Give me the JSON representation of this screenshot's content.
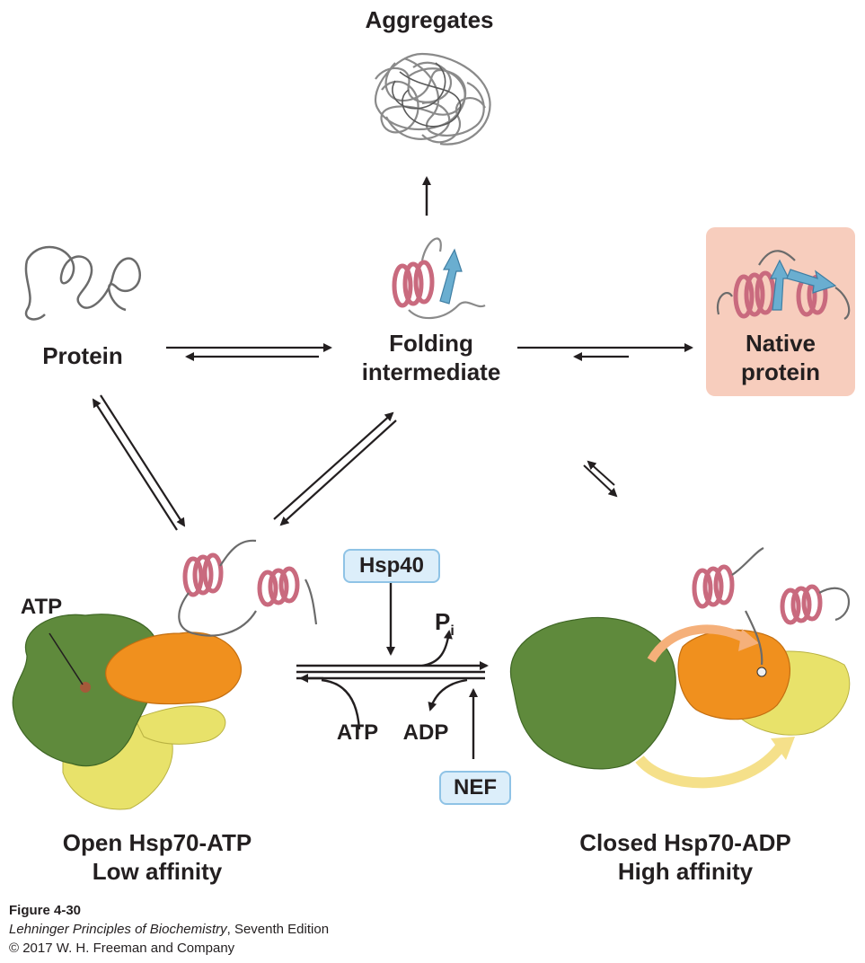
{
  "labels": {
    "aggregates": "Aggregates",
    "protein": "Protein",
    "folding_line1": "Folding",
    "folding_line2": "intermediate",
    "native_line1": "Native",
    "native_line2": "protein",
    "hsp40": "Hsp40",
    "nef": "NEF",
    "atp_left": "ATP",
    "atp_bottom": "ATP",
    "adp": "ADP",
    "pi_main": "P",
    "pi_sub": "i",
    "open_line1": "Open Hsp70-ATP",
    "open_line2": "Low affinity",
    "closed_line1": "Closed Hsp70-ADP",
    "closed_line2": "High affinity"
  },
  "caption": {
    "figure": "Figure 4-30",
    "book_italic": "Lehninger Principles of Biochemistry",
    "book_rest": ", Seventh Edition",
    "copyright": "© 2017 W. H. Freeman and Company"
  },
  "colors": {
    "helix": "#c96a7e",
    "strand": "#6aaed0",
    "green": "#5f8a3c",
    "orange": "#f0901e",
    "yellow": "#e8e26a",
    "native_box": "#f7cdbd",
    "label_box": "#dceefa"
  }
}
